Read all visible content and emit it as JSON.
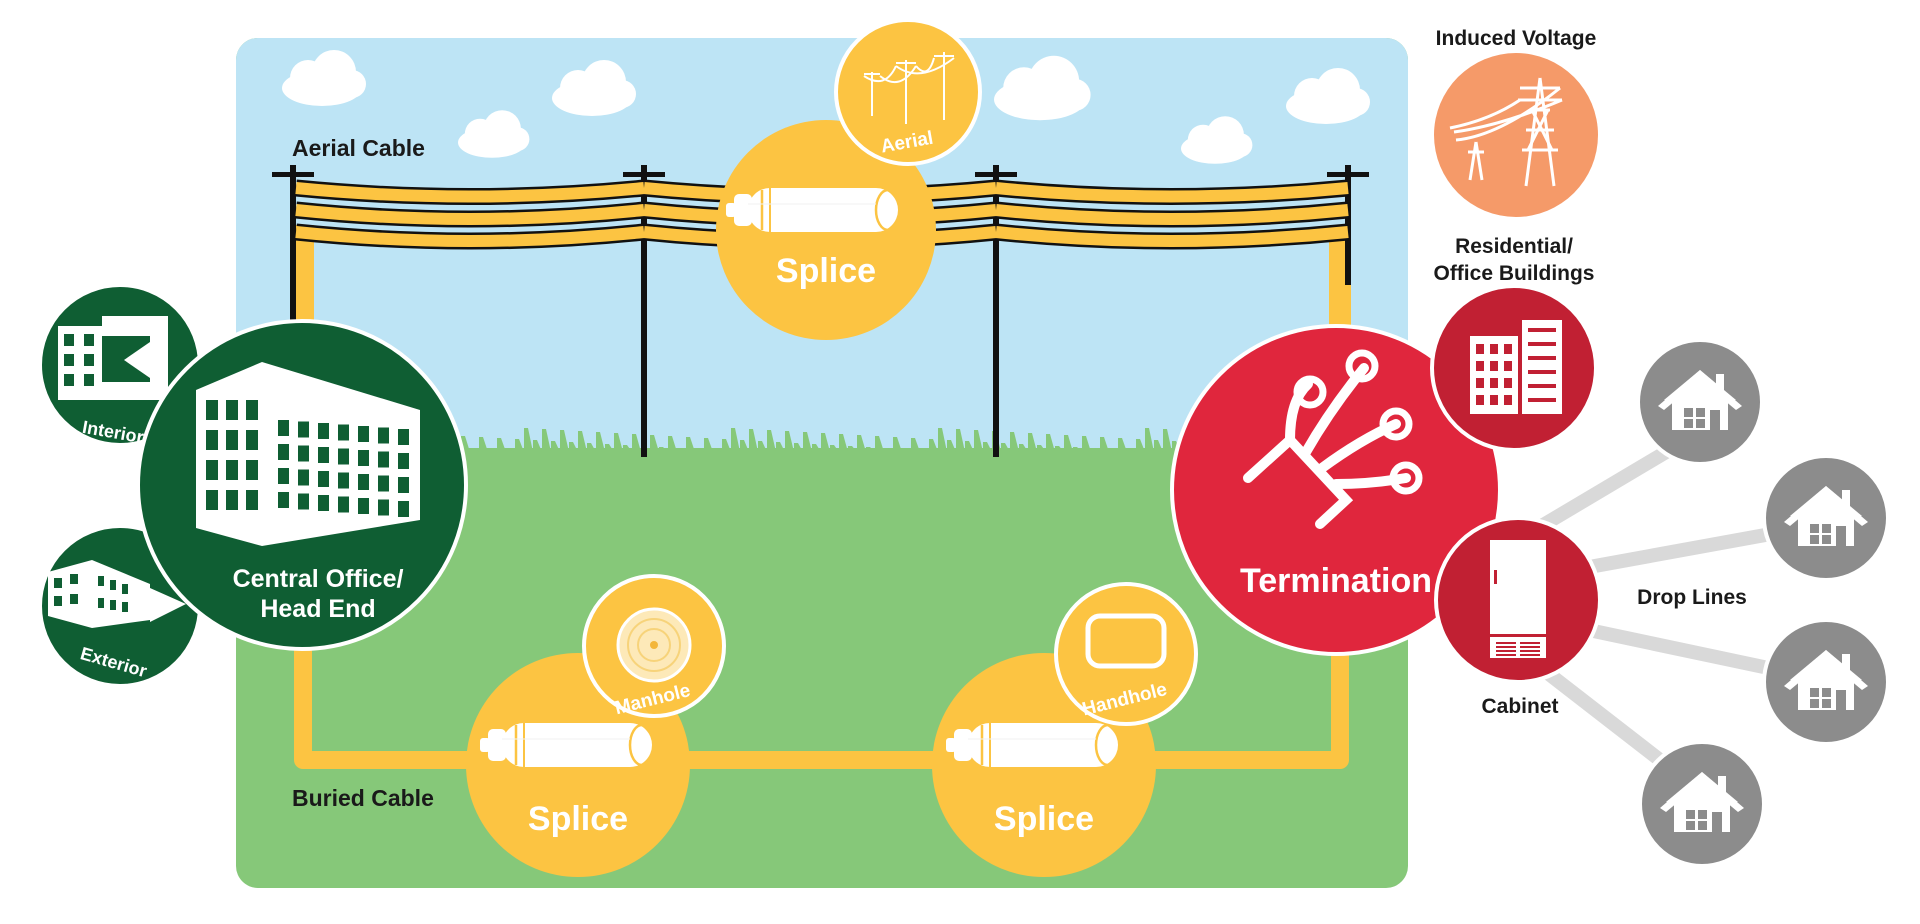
{
  "labels": {
    "aerial_cable": "Aerial Cable",
    "buried_cable": "Buried Cable",
    "induced_voltage": "Induced Voltage",
    "residential_line1": "Residential/",
    "residential_line2": "Office Buildings",
    "drop_lines": "Drop Lines",
    "cabinet": "Cabinet"
  },
  "central_office": {
    "line1": "Central Office/",
    "line2": "Head End",
    "interior": "Interior",
    "exterior": "Exterior"
  },
  "splices": {
    "aerial": {
      "label": "Splice",
      "badge": "Aerial"
    },
    "manhole": {
      "label": "Splice",
      "badge": "Manhole"
    },
    "handhole": {
      "label": "Splice",
      "badge": "Handhole"
    }
  },
  "termination": {
    "label": "Termination"
  },
  "colors": {
    "sky": "#bde4f5",
    "grass": "#86c879",
    "cable": "#fcc442",
    "green": "#0f5e33",
    "red": "#e0263d",
    "dark_red": "#c12033",
    "orange": "#f59a69",
    "gray": "#8c8c8c"
  },
  "icons": [
    "building-icon",
    "interior-building-icon",
    "exterior-building-icon",
    "splice-closure-icon",
    "power-lines-icon",
    "manhole-cover-icon",
    "handhole-icon",
    "fiber-termination-icon",
    "transmission-tower-icon",
    "office-buildings-icon",
    "cabinet-icon",
    "house-icon"
  ]
}
